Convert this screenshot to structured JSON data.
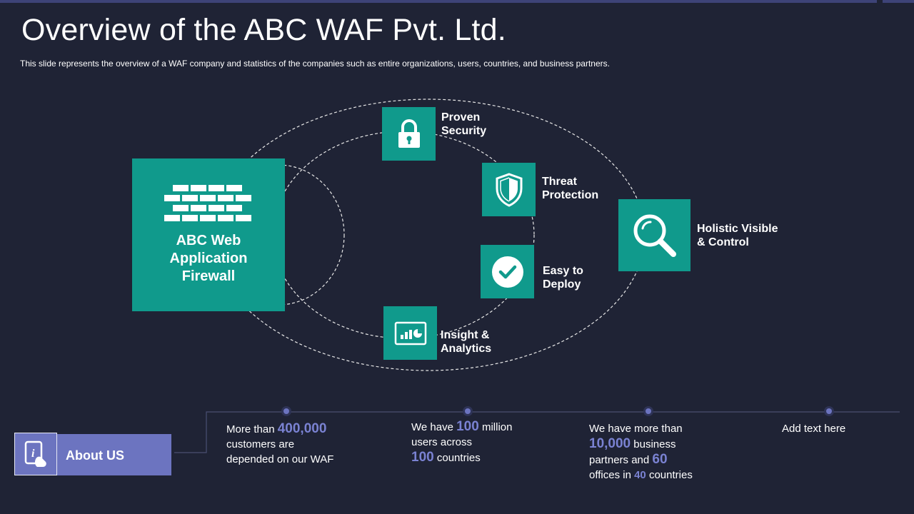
{
  "slide": {
    "title": "Overview of the ABC WAF Pvt. Ltd.",
    "subtitle": "This slide represents the overview  of a WAF company and statistics of the companies such as entire organizations, users, countries, and business partners."
  },
  "diagram": {
    "center_label": "ABC Web\nApplication\nFirewall",
    "features": [
      {
        "label": "Proven\nSecurity",
        "icon": "lock-icon"
      },
      {
        "label": "Threat\nProtection",
        "icon": "shield-icon"
      },
      {
        "label": "Easy to\nDeploy",
        "icon": "checkmark-icon"
      },
      {
        "label": "Insight &\nAnalytics",
        "icon": "analytics-icon"
      },
      {
        "label": "Holistic Visible\n& Control",
        "icon": "magnifier-icon"
      }
    ]
  },
  "about": {
    "label": "About US",
    "icon": "info-touch-icon",
    "stats": [
      {
        "pre": "More than ",
        "num1": "400,000",
        "mid": "customers are\ndepended on our WAF"
      },
      {
        "pre": "We have ",
        "num1": "100",
        "mid": " million\nusers across\n",
        "num2": "100",
        "post": " countries"
      },
      {
        "pre": "We have more than\n",
        "num1": "10,000",
        "mid": " business\npartners and ",
        "num2": "60",
        "post2": "\noffices in ",
        "num3": "40",
        "post": " countries"
      },
      {
        "text": "Add text here"
      }
    ]
  },
  "colors": {
    "background": "#1f2335",
    "teal": "#109a8c",
    "accent": "#6c74c0",
    "highlight": "#7a82d2"
  }
}
